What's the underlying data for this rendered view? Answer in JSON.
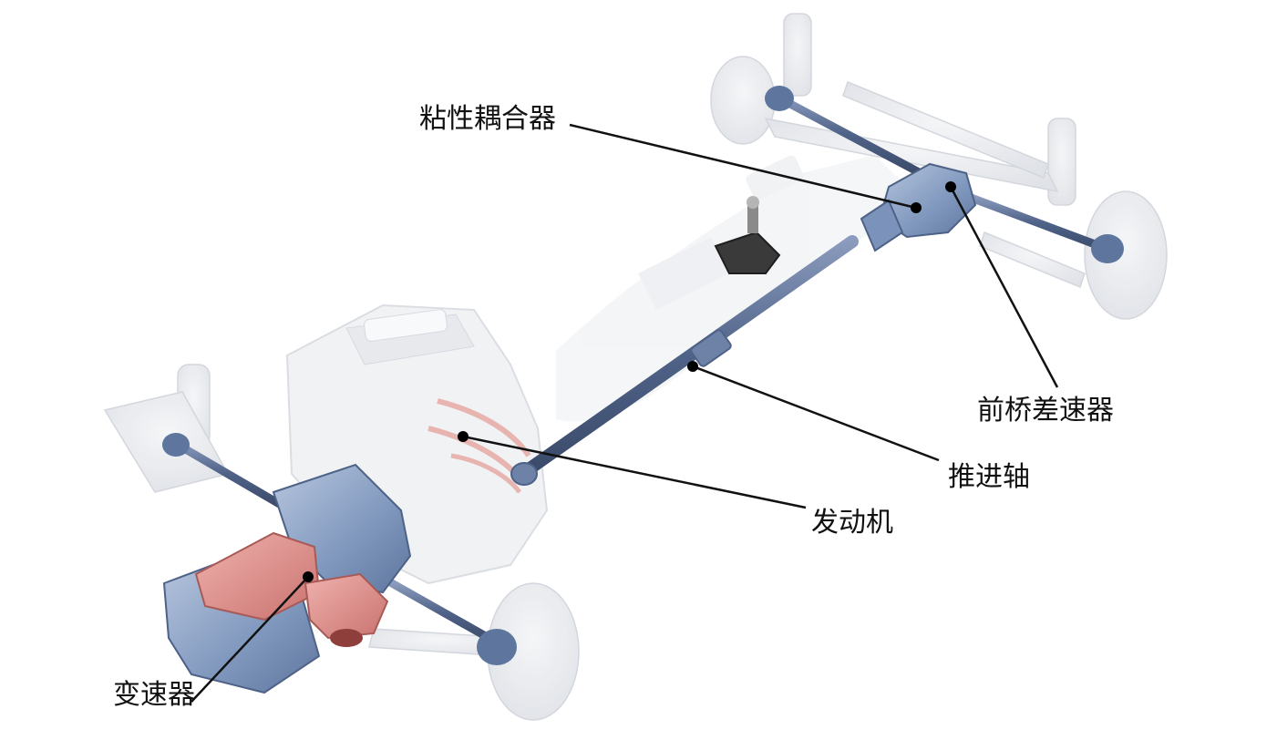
{
  "labels": {
    "viscous_coupling": "粘性耦合器",
    "front_axle_differential": "前桥差速器",
    "propeller_shaft": "推进轴",
    "engine": "发动机",
    "transmission": "变速器"
  },
  "colors": {
    "background": "#ffffff",
    "shaft_blue": "#5c6f94",
    "housing_blue": "#8ea5c6",
    "transmission_red": "#d98a86",
    "ghost_gray": "#e4e6ea",
    "leader_line": "#111111"
  }
}
